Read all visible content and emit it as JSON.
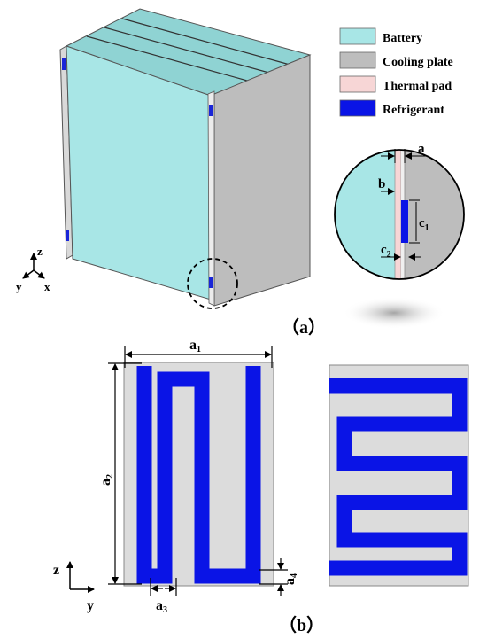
{
  "legend": [
    {
      "label": "Battery",
      "color": "#a8e6e6"
    },
    {
      "label": "Cooling plate",
      "color": "#bdbdbd"
    },
    {
      "label": "Thermal pad",
      "color": "#f7d6d6"
    },
    {
      "label": "Refrigerant",
      "color": "#0a14e6"
    }
  ],
  "panel_a": {
    "caption": "（a）",
    "axes": {
      "z": "z",
      "y": "y",
      "x": "x"
    },
    "detail": {
      "a": "a",
      "b": "b",
      "c1": "c",
      "c1_sub": "1",
      "c2": "c",
      "c2_sub": "2"
    }
  },
  "panel_b": {
    "caption": "（b）",
    "axes": {
      "z": "z",
      "y": "y"
    },
    "dims": {
      "a1": "a",
      "a1_sub": "1",
      "a2": "a",
      "a2_sub": "2",
      "a3": "a",
      "a3_sub": "3",
      "a4": "a",
      "a4_sub": "4"
    }
  },
  "colors": {
    "battery": "#a8e6e6",
    "battery_top": "#8fd3d3",
    "cooling_plate": "#bdbdbd",
    "plate_light": "#dcdcdc",
    "thermal_pad": "#f7d6d6",
    "refrigerant": "#0a14e6"
  }
}
